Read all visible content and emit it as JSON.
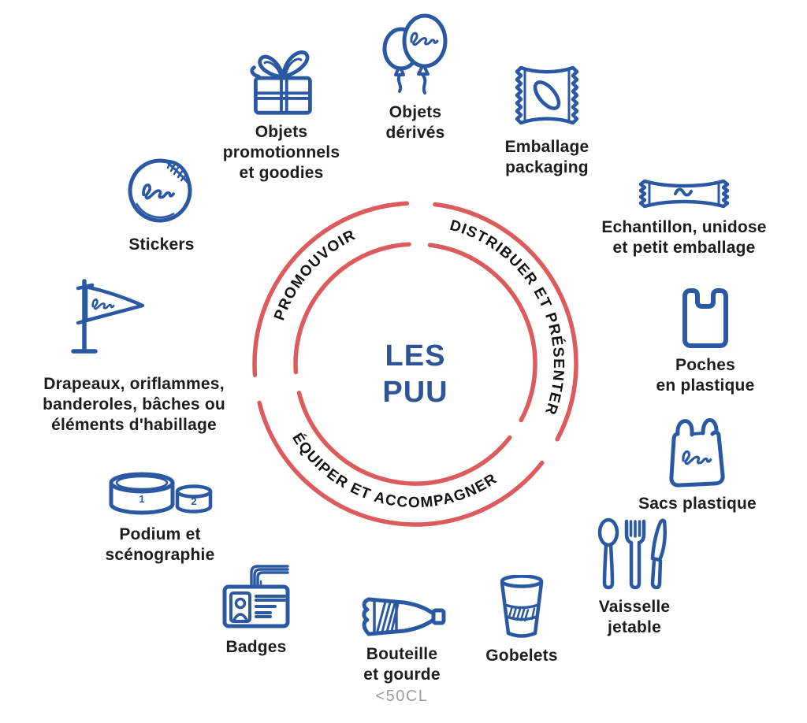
{
  "diagram": {
    "center_title": "LES\nPUU",
    "arc_labels": {
      "promote": "PROMOUVOIR",
      "distribute": "DISTRIBUER ET PRÉSENTER",
      "equip": "ÉQUIPER ET ACCOMPAGNER"
    },
    "colors": {
      "arc_red": "#DC5B5D",
      "icon_blue": "#2B58A3",
      "title_blue": "#2F5496",
      "label_black": "#1D1D1F",
      "muted_gray": "#9C9C9C"
    }
  },
  "items": [
    {
      "name": "objets-promotionnels-et-goodies",
      "icon": "gift-icon",
      "label": "Objets\npromotionnels\net goodies"
    },
    {
      "name": "objets-derives",
      "icon": "balloons-icon",
      "label": "Objets\ndérivés"
    },
    {
      "name": "emballage-packaging",
      "icon": "snack-packet-icon",
      "label": "Emballage\npackaging"
    },
    {
      "name": "echantillon-unidose",
      "icon": "sachet-icon",
      "label": "Echantillon, unidose\net petit emballage"
    },
    {
      "name": "poches-en-plastique",
      "icon": "plastic-pouch-icon",
      "label": "Poches\nen plastique"
    },
    {
      "name": "sacs-plastique",
      "icon": "plastic-bag-icon",
      "label": "Sacs plastique"
    },
    {
      "name": "vaisselle-jetable",
      "icon": "cutlery-icon",
      "label": "Vaisselle\njetable"
    },
    {
      "name": "gobelets",
      "icon": "cup-icon",
      "label": "Gobelets"
    },
    {
      "name": "bouteille-et-gourde",
      "icon": "bottle-icon",
      "label": "Bouteille\net gourde",
      "sub": "<50CL"
    },
    {
      "name": "badges",
      "icon": "badge-icon",
      "label": "Badges"
    },
    {
      "name": "podium-et-scenographie",
      "icon": "podium-icon",
      "label": "Podium et\nscénographie",
      "numbers": {
        "first": "1",
        "second": "2"
      }
    },
    {
      "name": "drapeaux-oriflammes",
      "icon": "pennant-flag-icon",
      "label": "Drapeaux, oriflammes,\nbanderoles, bâches ou\néléments d'habillage"
    },
    {
      "name": "stickers",
      "icon": "sticker-icon",
      "label": "Stickers"
    }
  ]
}
